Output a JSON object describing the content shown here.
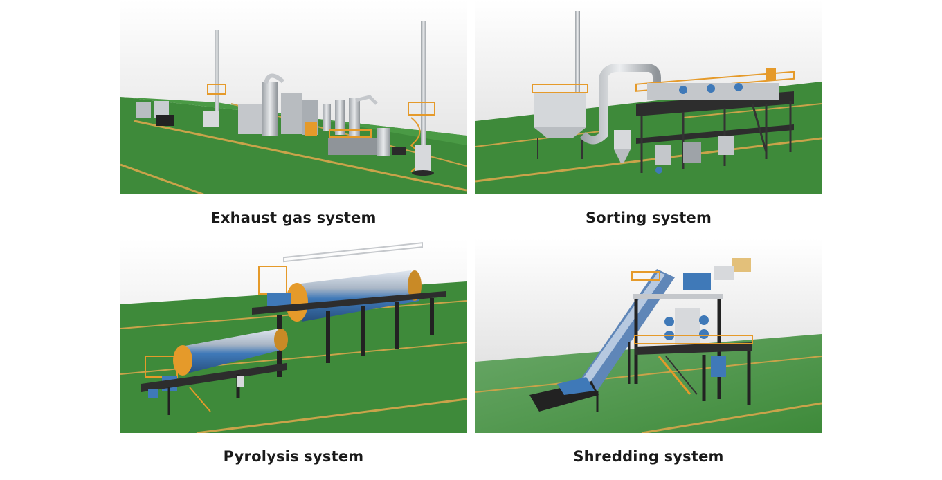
{
  "cards": [
    {
      "caption": "Exhaust gas system"
    },
    {
      "caption": "Sorting system"
    },
    {
      "caption": "Pyrolysis system"
    },
    {
      "caption": "Shredding system"
    }
  ],
  "colors": {
    "ground": "#3f8a3a",
    "sky": "#e6e6e6",
    "stripe": "#c9a34a",
    "steel": "#c4c7cb",
    "blue": "#3f79b8",
    "orange": "#e59a2a"
  }
}
